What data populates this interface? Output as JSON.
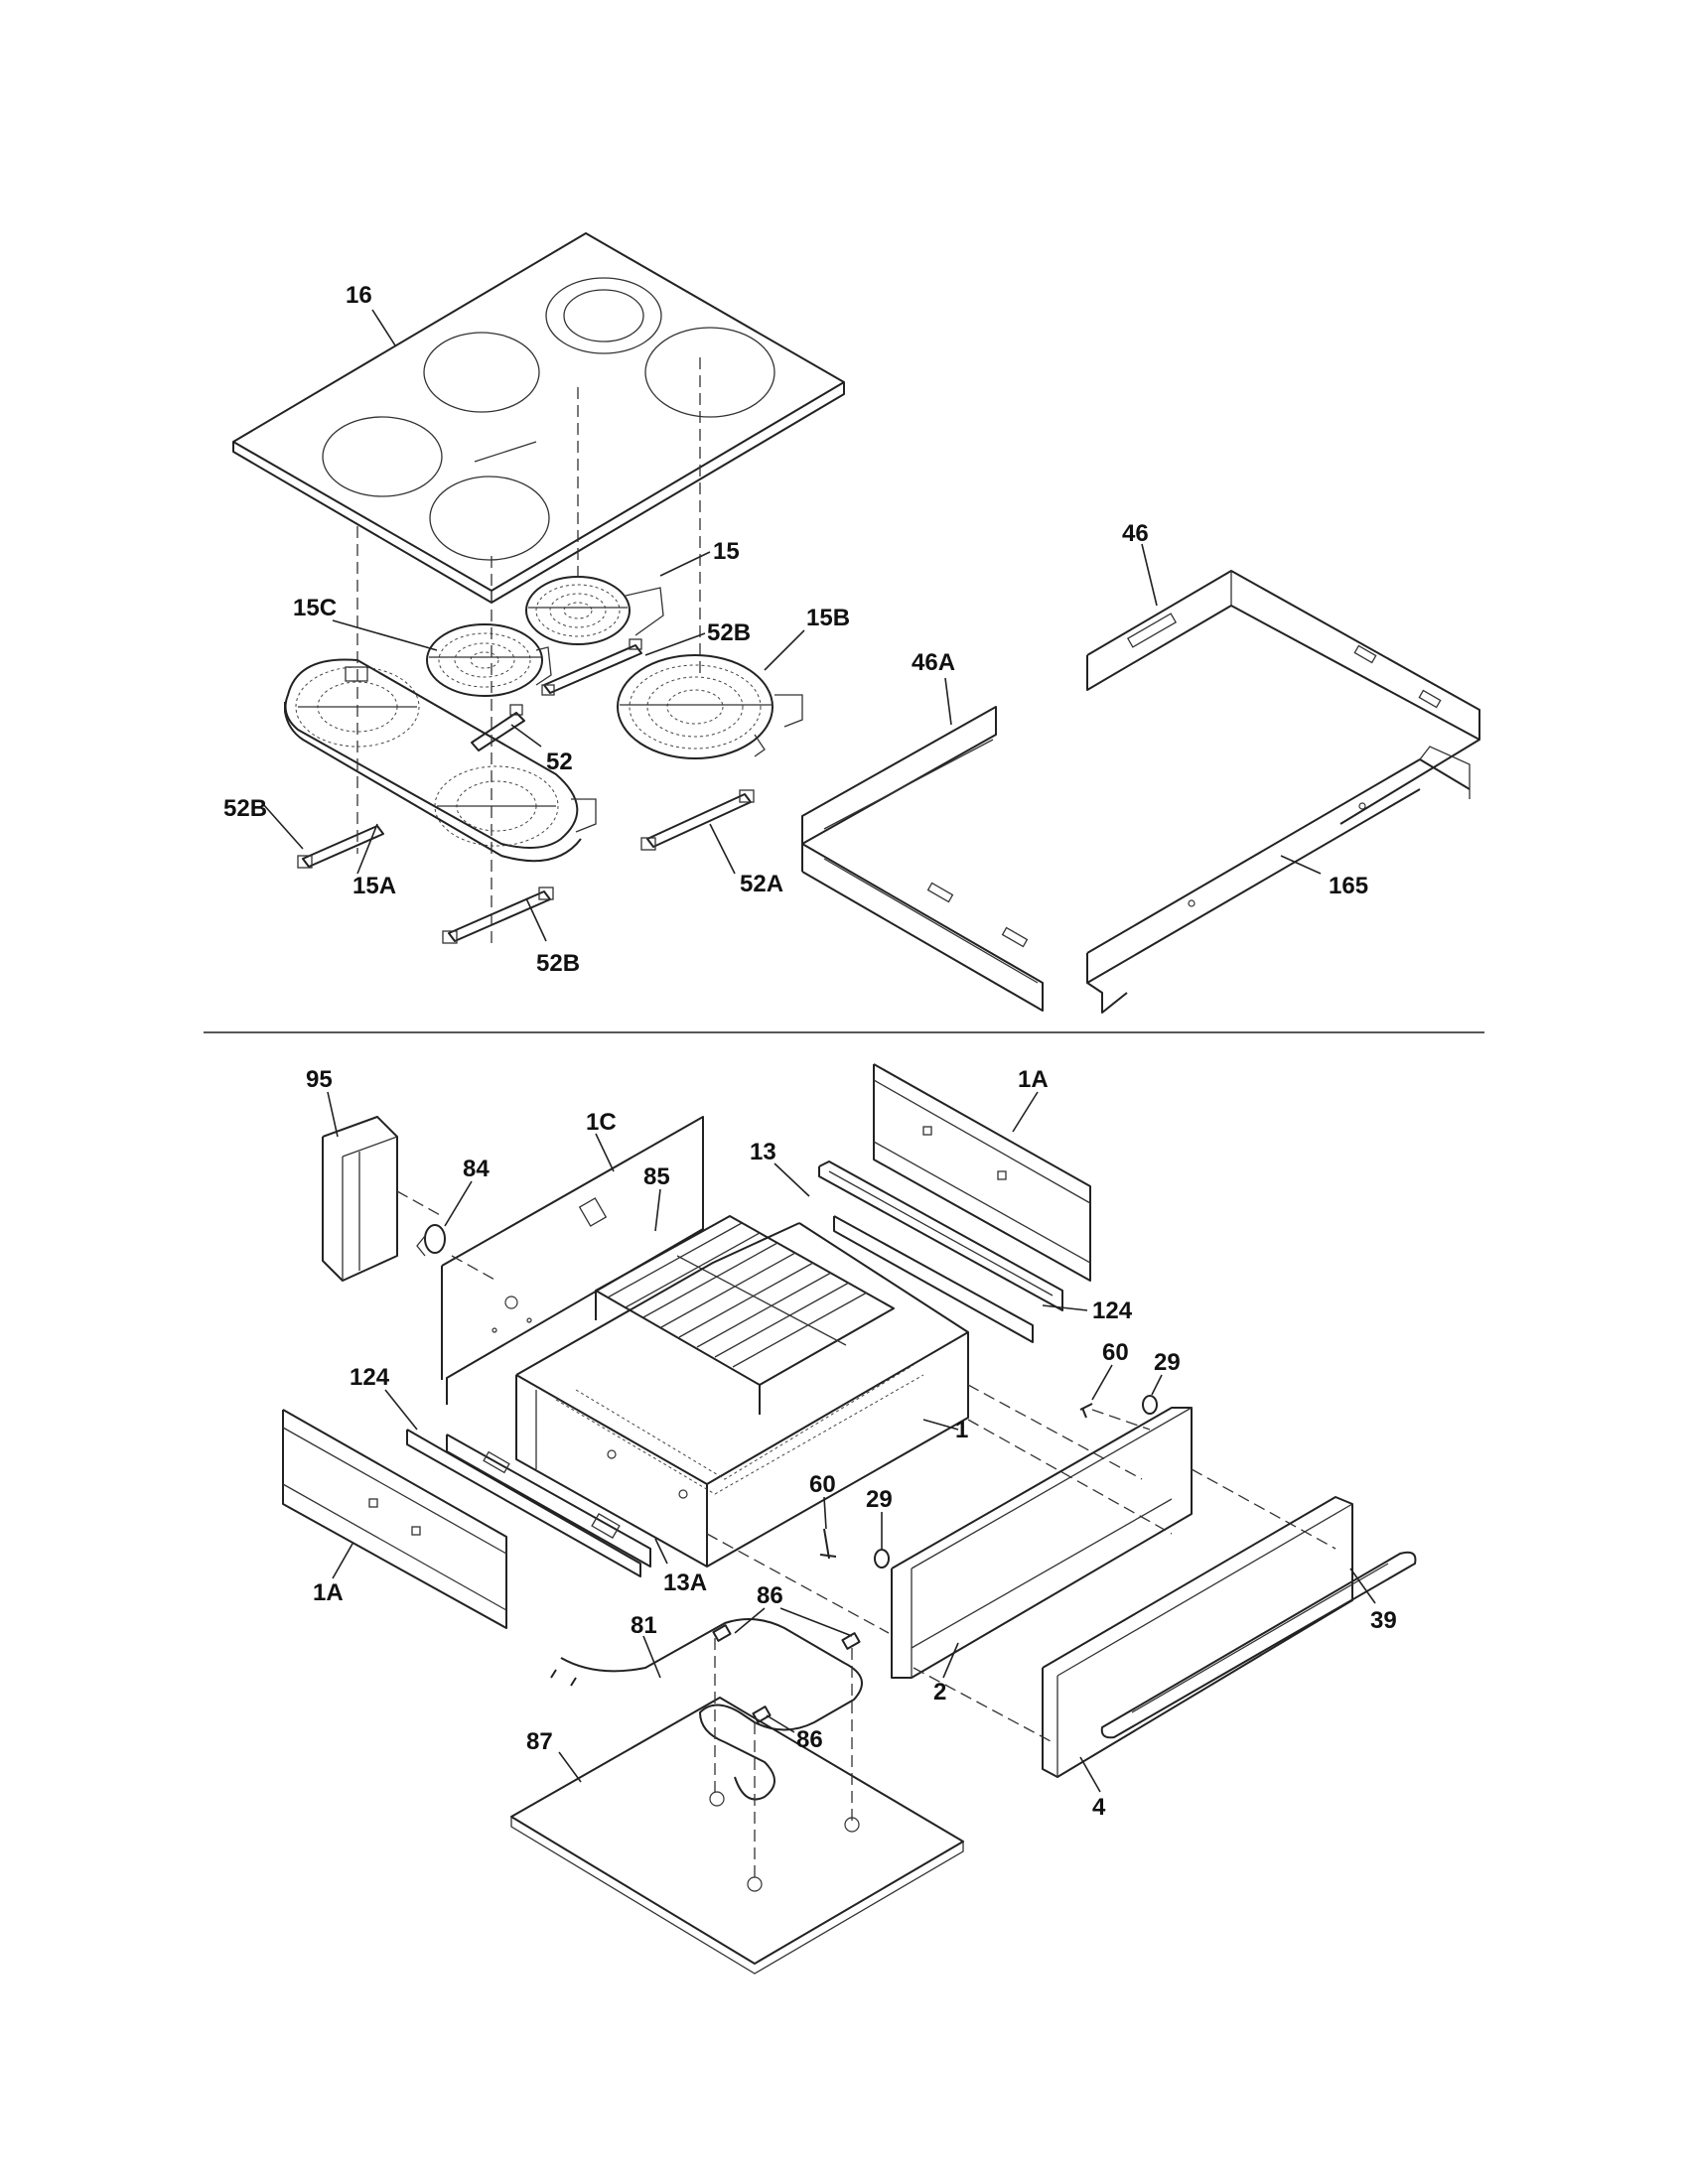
{
  "callouts": {
    "c16": "16",
    "c15": "15",
    "c15C": "15C",
    "c52B_top": "52B",
    "c15B": "15B",
    "c52": "52",
    "c52B_left": "52B",
    "c15A": "15A",
    "c52A": "52A",
    "c52B_bottom": "52B",
    "c46": "46",
    "c46A": "46A",
    "c165": "165",
    "c95": "95",
    "c84": "84",
    "c1C": "1C",
    "c85": "85",
    "c13": "13",
    "c1A_top": "1A",
    "c124_right": "124",
    "c60_right": "60",
    "c29_right": "29",
    "c1": "1",
    "c124_left": "124",
    "c60_mid": "60",
    "c29_mid": "29",
    "c13A": "13A",
    "c1A_bottom": "1A",
    "c86_top": "86",
    "c81": "81",
    "c86_bottom": "86",
    "c87": "87",
    "c2": "2",
    "c39": "39",
    "c4": "4"
  }
}
